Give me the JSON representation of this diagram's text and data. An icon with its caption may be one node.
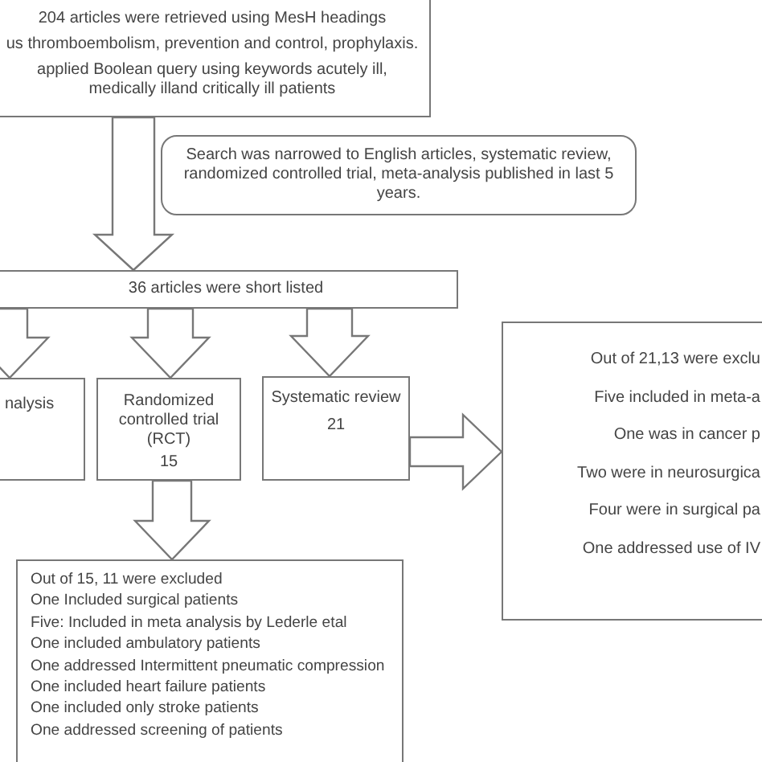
{
  "diagram": {
    "nodes": [
      {
        "text": [
          "204 articles were retrieved using MesH headings",
          "us thromboembolism, prevention and control, prophylaxis.",
          "applied Boolean query using keywords acutely ill, medically illand critically ill patients"
        ]
      },
      {
        "text": [
          "Search was narrowed to English articles, systematic review, randomized controlled trial, meta-analysis published in last 5 years."
        ]
      },
      {
        "text": [
          "36 articles were short listed"
        ]
      },
      {
        "text": [
          "nalysis"
        ]
      },
      {
        "text": [
          "Randomized controlled trial (RCT)",
          "15"
        ]
      },
      {
        "text": [
          "Systematic review",
          "21"
        ]
      },
      {
        "text": [
          "Out of 21,13 were exclu",
          "Five included in meta-a",
          "One was in cancer p",
          "Two were in neurosurgica",
          "Four were in surgical pa",
          "One addressed use of IV"
        ]
      },
      {
        "text": [
          "Out of 15, 11 were excluded",
          "One Included surgical patients",
          "Five: Included in meta analysis by Lederle etal",
          "One included ambulatory patients",
          "One addressed Intermittent pneumatic compression",
          "One included heart failure patients",
          "One included only stroke patients",
          "One addressed screening of patients"
        ]
      }
    ],
    "edges": [
      {
        "from": 0,
        "to": 2,
        "arrow": "to"
      },
      {
        "from": 2,
        "to": 3,
        "arrow": "to"
      },
      {
        "from": 2,
        "to": 4,
        "arrow": "to"
      },
      {
        "from": 2,
        "to": 5,
        "arrow": "to"
      },
      {
        "from": 5,
        "to": 6,
        "arrow": "to"
      },
      {
        "from": 4,
        "to": 7,
        "arrow": "to"
      }
    ]
  }
}
